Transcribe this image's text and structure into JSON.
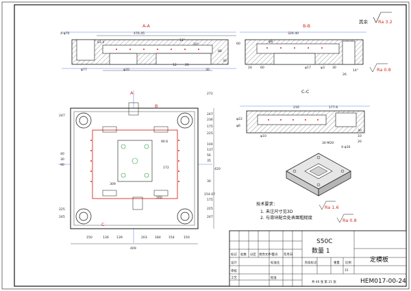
{
  "views": {
    "section_aa": "A-A",
    "section_bb": "B-B",
    "section_cc": "C-C",
    "cut_a": "A",
    "cut_b": "B",
    "cut_c": "C"
  },
  "surface_finish": {
    "rest_label": "其余",
    "rest_value": "Ra 3.2",
    "fine_1": "Ra 0.8",
    "fine_2": "Ra 1.6",
    "fine_3": "Ra 0.8"
  },
  "dimensions": {
    "aa": [
      "4-φ70",
      "476.45",
      "63.4",
      "12°",
      "10°",
      "88",
      "12",
      "20",
      "φ77",
      "φ20",
      "30",
      "30"
    ],
    "bb": [
      "326.40",
      "60",
      "φ8",
      "24",
      "60",
      "φ17",
      "φ3",
      "30",
      "26",
      "14°"
    ],
    "cc": [
      "216",
      "177.6",
      "φ22",
      "φ6",
      "φ10",
      "30-M20",
      "4-φ16",
      "30",
      "10",
      "20"
    ],
    "plan_left": [
      "247",
      "40",
      "30",
      "90",
      "225",
      "245"
    ],
    "plan_right": [
      "272",
      "247",
      "236",
      "175",
      "225",
      "104",
      "137",
      "56",
      "35",
      "30",
      "154.07",
      "175",
      "225",
      "247"
    ],
    "plan_inner": [
      "90.6",
      "172",
      "260",
      "309"
    ],
    "plan_overall_w": "409",
    "plan_overall_h": "420",
    "plan_bottom": [
      "150",
      "136",
      "139",
      "203",
      "184",
      "154",
      "150"
    ]
  },
  "notes": {
    "title": "技术要求：",
    "items": [
      "1. 未注尺寸见3D",
      "2. 与滑块配合处表面粗糙度"
    ]
  },
  "title_block": {
    "material": "S50C",
    "quantity": "数量 1",
    "part_name": "定模板",
    "drawing_no": "HEM017-00-24",
    "scale": "15",
    "sheet_info": "共 46 张  第 21 张",
    "headers": [
      "标记",
      "处数",
      "分区",
      "更改文件号",
      "签名",
      "年月日"
    ],
    "roles": [
      "设计",
      "标准化",
      "审核",
      "工艺",
      "批准"
    ],
    "stage_headers": [
      "阶段标记",
      "重量",
      "比例"
    ]
  }
}
